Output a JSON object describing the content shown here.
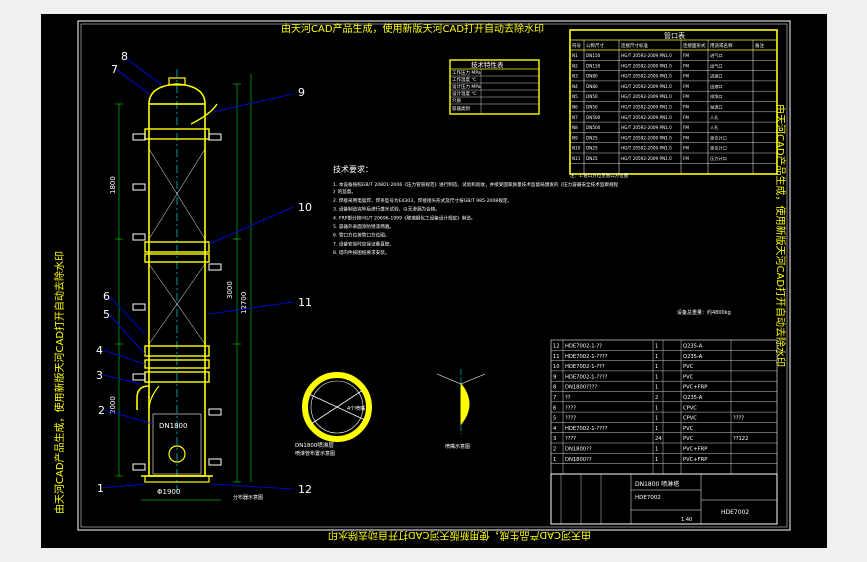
{
  "watermark": {
    "top": "由天河CAD产品生成，使用新版天河CAD打开自动去除水印",
    "bottom": "由天河CAD产品生成，使用新版天河CAD打开自动去除水印",
    "left": "由天河CAD产品生成，使用新版天河CAD打开自动去除水印",
    "right": "由天河CAD产品生成，使用新版天河CAD打开自动去除水印"
  },
  "tech_table": {
    "title": "技术特性表",
    "rows": [
      "工作压力 MPa",
      "工作温度 ℃",
      "设计压力 MPa",
      "设计温度 ℃",
      "介质",
      "容器类别"
    ]
  },
  "nozzle_table": {
    "title": "管口表",
    "headers": [
      "符号",
      "公称尺寸",
      "连接尺寸标准",
      "连接面形式",
      "用途或名称",
      "备注"
    ],
    "rows": [
      [
        "N1",
        "DN150",
        "HG/T 20592-2009 PN1.0",
        "FM",
        "进气口"
      ],
      [
        "N2",
        "DN150",
        "HG/T 20592-2009 PN1.0",
        "FM",
        "出气口"
      ],
      [
        "N3",
        "DN80",
        "HG/T 20592-2009 PN1.0",
        "FM",
        "进液口"
      ],
      [
        "N4",
        "DN80",
        "HG/T 20592-2009 PN1.0",
        "FM",
        "出液口"
      ],
      [
        "N5",
        "DN50",
        "HG/T 20592-2009 PN1.0",
        "FM",
        "排净口"
      ],
      [
        "N6",
        "DN50",
        "HG/T 20592-2009 PN1.0",
        "FM",
        "溢流口"
      ],
      [
        "N7",
        "DN500",
        "HG/T 20592-2009 PN1.0",
        "FM",
        "人孔"
      ],
      [
        "N8",
        "DN500",
        "HG/T 20592-2009 PN1.0",
        "FM",
        "人孔"
      ],
      [
        "N9",
        "DN25",
        "HG/T 20592-2009 PN1.0",
        "FM",
        "液位计口"
      ],
      [
        "N10",
        "DN25",
        "HG/T 20592-2009 PN1.0",
        "FM",
        "液位计口"
      ],
      [
        "N11",
        "DN25",
        "HG/T 20592-2009 PN1.0",
        "FM",
        "压力计口"
      ]
    ]
  },
  "tech_req": {
    "title": "技术要求：",
    "lines": [
      "1. 本设备按照GB/T 20801-2006《压力管道规范》进行制造、试验和验收，并接受国家质量技术监督局颁发的《压力容器安全技术监察规程》的监督。",
      "2. 焊接采用电弧焊，焊条型号为E4303，焊接接头形式及尺寸按GB/T 985-2008规定。",
      "3. 设备制造完毕后进行盛水试验，以无渗漏为合格。",
      "4. FRP部分按HG/T 20696-1999《玻璃钢化工设备设计规定》制造。",
      "5. 容器外表面涂防锈漆两遍。",
      "6. 管口方位按管口方位图。",
      "7. 设备安装时应保证垂直度。",
      "8. 塔内件按图纸要求安装。"
    ],
    "sub_note": "设备总重量：约4800kg"
  },
  "parts": {
    "rows": [
      [
        "12",
        "HDE7002-1-??",
        "1",
        "Q235-A",
        ""
      ],
      [
        "11",
        "HDE7002-1-????",
        "1",
        "Q235-A",
        ""
      ],
      [
        "10",
        "HDE7002-1-???",
        "1",
        "PVC",
        ""
      ],
      [
        "9",
        "HDE7002-1-????",
        "1",
        "PVC",
        ""
      ],
      [
        "8",
        "DN1800????",
        "1",
        "PVC+FRP",
        ""
      ],
      [
        "7",
        "??",
        "2",
        "Q235-A",
        ""
      ],
      [
        "6",
        "????",
        "1",
        "CPVC",
        ""
      ],
      [
        "5",
        "????",
        "1",
        "CPVC",
        "????"
      ],
      [
        "4",
        "HDE7002-1-????",
        "1",
        "PVC",
        ""
      ],
      [
        "3",
        "????",
        "24",
        "PVC",
        "??122"
      ],
      [
        "2",
        "DN1800??",
        "1",
        "PVC+FRP",
        ""
      ],
      [
        "1",
        "DN1800??",
        "1",
        "PVC+FRP",
        ""
      ]
    ]
  },
  "title_block": {
    "name": "DN1800 喷淋塔",
    "drawing_no": "HDE7002",
    "scale": "1:40"
  },
  "callouts": [
    "1",
    "2",
    "3",
    "4",
    "5",
    "6",
    "7",
    "8",
    "9",
    "10",
    "11",
    "12"
  ],
  "dims": {
    "total_height": "12700",
    "diameter": "DN1800",
    "base_dim": "Φ1900",
    "mid_dim": "3000",
    "a": "1800",
    "b": "2000"
  },
  "details": {
    "ring_label": "DN1800喷淋层",
    "ring_sub": "喷淋管布置示意图",
    "nozzle_label": "喷嘴示意图",
    "foot_label": "分布器示意图"
  },
  "colors": {
    "bg": "#000000",
    "yellow": "#ffff00",
    "white": "#ffffff",
    "cyan": "#00ffff",
    "green": "#00ff00",
    "blue": "#0000ff",
    "frame": "#ffffff"
  }
}
